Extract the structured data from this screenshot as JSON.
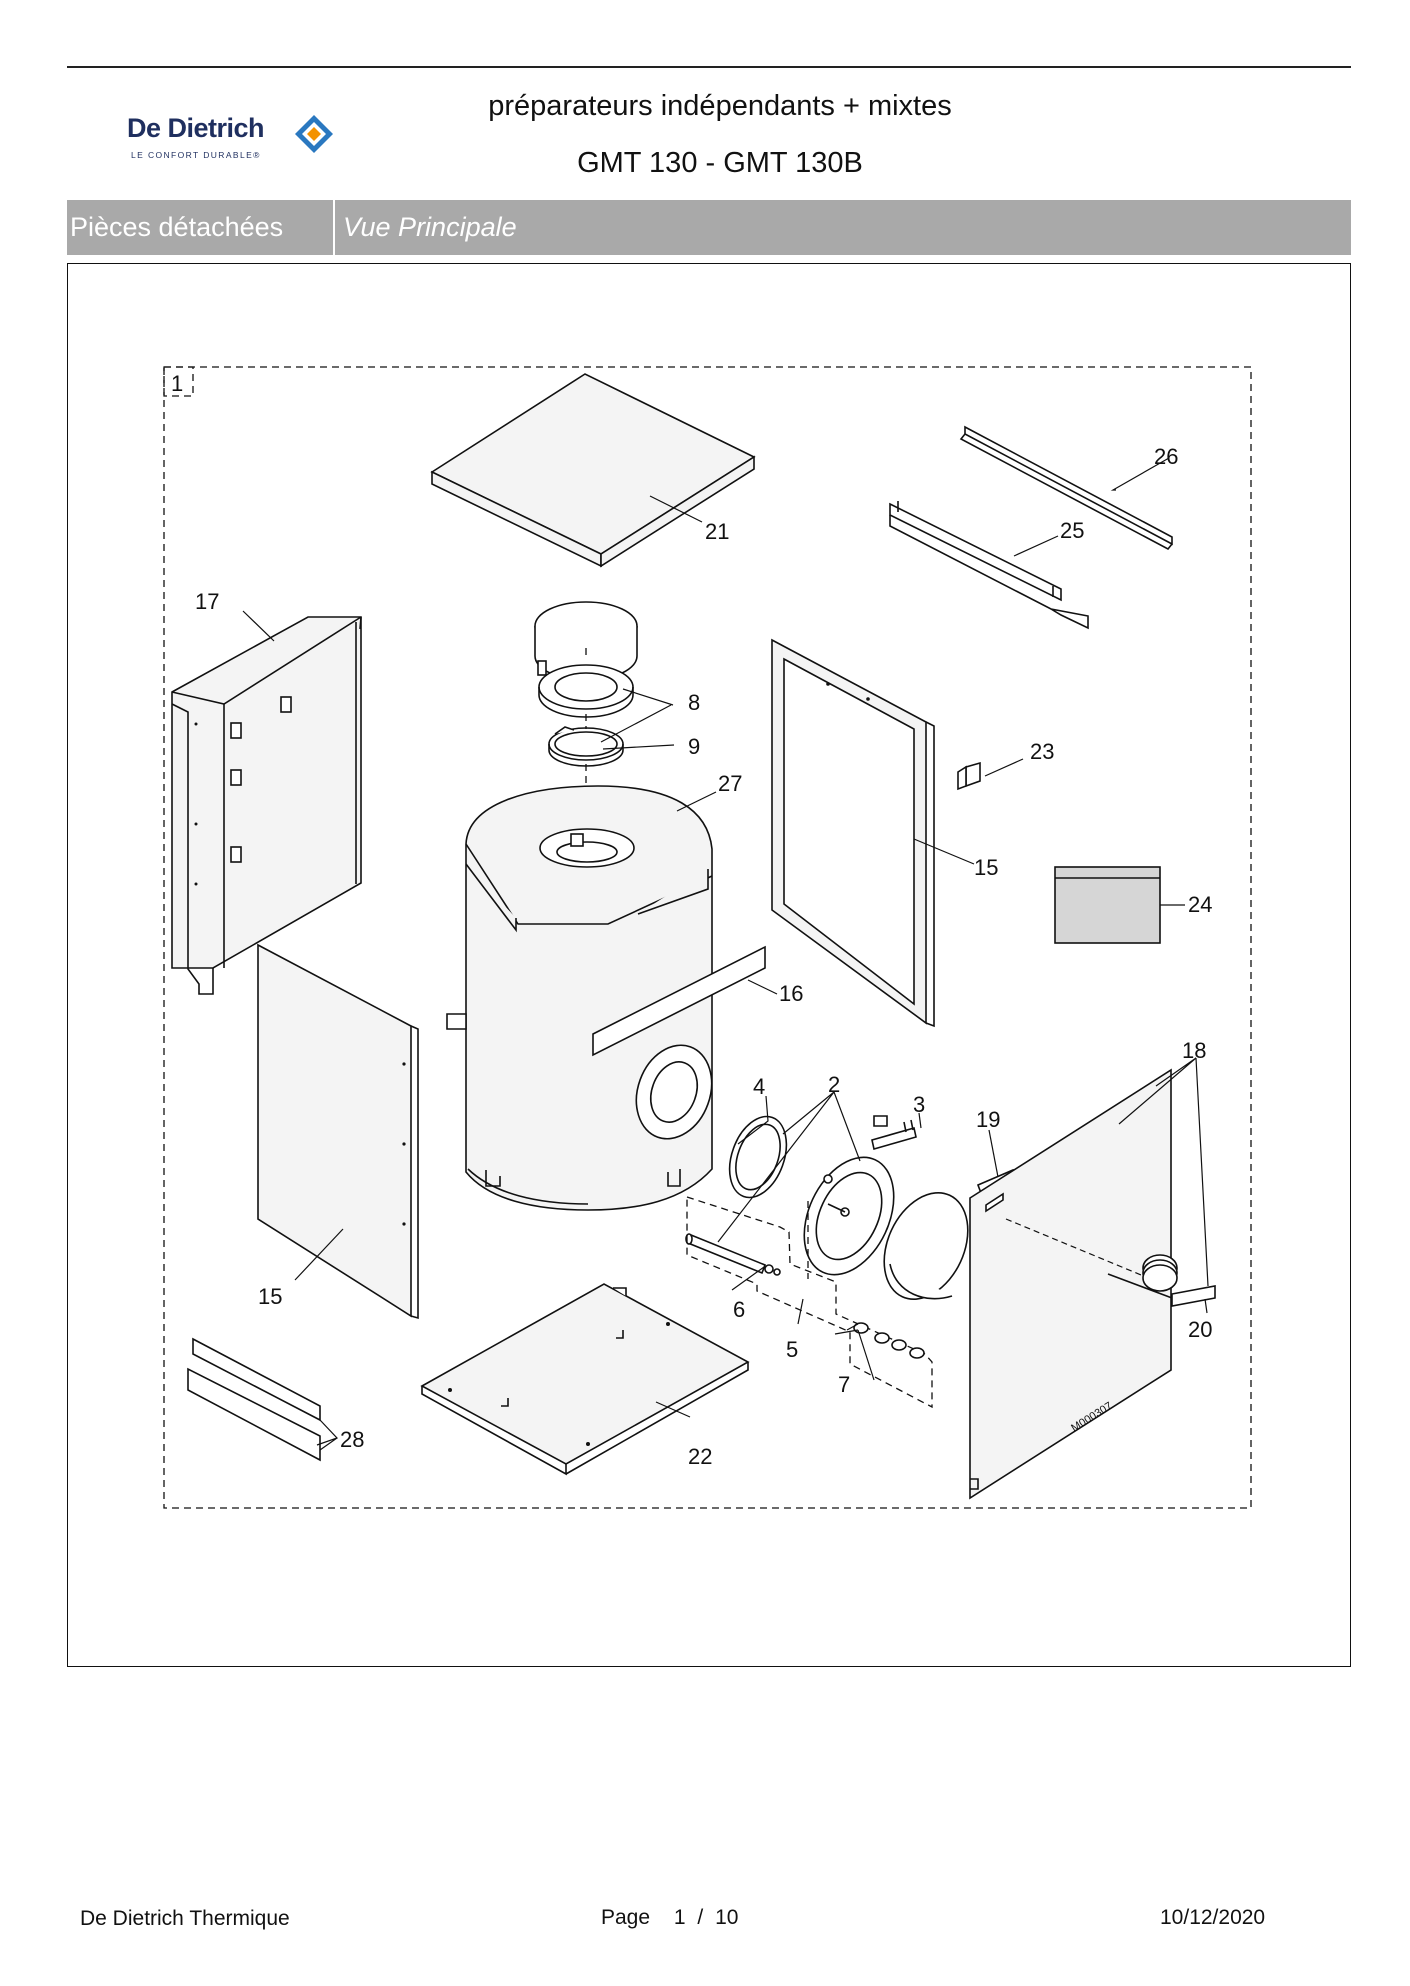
{
  "brand": {
    "name": "De Dietrich",
    "tagline": "LE CONFORT DURABLE®",
    "colors": {
      "navy": "#1f2f5f",
      "orange": "#f39200",
      "blue": "#2a78c0"
    }
  },
  "header": {
    "title_line1": "préparateurs indépendants + mixtes",
    "title_line2": "GMT 130 - GMT 130B",
    "section": "Pièces détachées",
    "view": "Vue Principale",
    "bar_color": "#a9a9a9"
  },
  "diagram": {
    "assembly_label": "1",
    "drawing_ref": "M000307",
    "callouts": [
      "26",
      "25",
      "21",
      "17",
      "8",
      "9",
      "27",
      "23",
      "15",
      "24",
      "16",
      "18",
      "4",
      "2",
      "3",
      "19",
      "6",
      "5",
      "7",
      "20",
      "15",
      "28",
      "22"
    ]
  },
  "footer": {
    "company": "De Dietrich Thermique",
    "page_label": "Page",
    "page_current": "1",
    "page_separator": "/",
    "page_total": "10",
    "date": "10/12/2020"
  }
}
